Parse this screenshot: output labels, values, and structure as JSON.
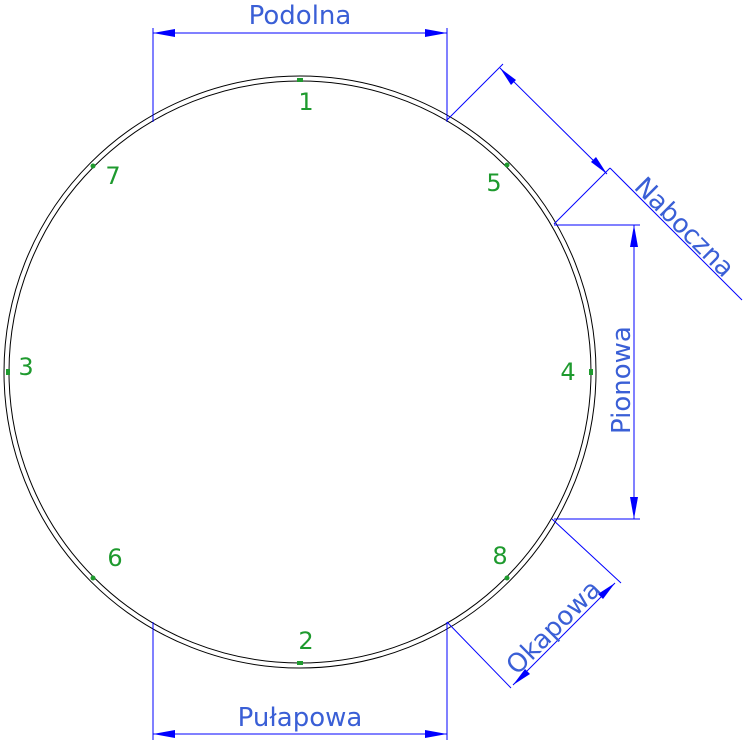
{
  "dimensions": {
    "podolna": "Podolna",
    "nabocznа_fix": "",
    "naboczna": "Naboczna",
    "pionowa": "Pionowa",
    "okapowa": "Okapowa",
    "pulapowa": "Pułapowa"
  },
  "points": {
    "p1": "1",
    "p2": "2",
    "p3": "3",
    "p4": "4",
    "p5": "5",
    "p6": "6",
    "p7": "7",
    "p8": "8"
  },
  "colors": {
    "dimension": "#0000ff",
    "dimension_text": "#3a5fd6",
    "point": "#1e9a2e",
    "outline": "#000000"
  }
}
